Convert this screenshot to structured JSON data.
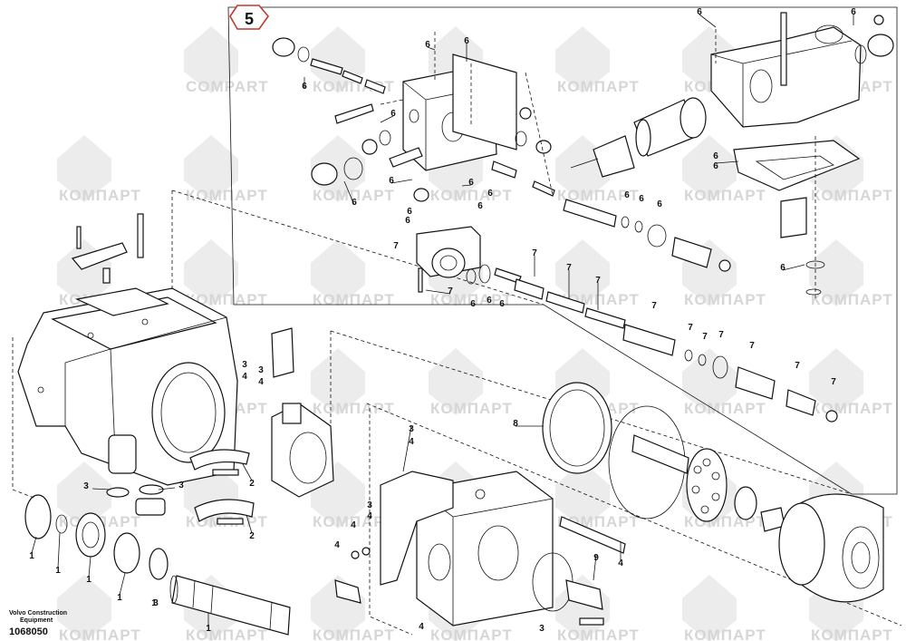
{
  "watermark": "КОМПАРТ",
  "watermark_latin": "COMPART",
  "section_badge": "5",
  "footer": {
    "brand_line1": "Volvo Construction",
    "brand_line2": "Equipment",
    "image_number": "1068050"
  },
  "callouts_top": [
    "6",
    "6",
    "6",
    "6",
    "6",
    "6",
    "6",
    "6",
    "6",
    "6",
    "6",
    "6",
    "6",
    "6",
    "6",
    "6",
    "6",
    "6",
    "6",
    "6",
    "6",
    "6",
    "7",
    "7",
    "7",
    "7",
    "7",
    "7",
    "7",
    "7",
    "7",
    "7",
    "7",
    "7"
  ],
  "callouts_bottom": [
    "1",
    "1",
    "1",
    "1",
    "1",
    "1",
    "2",
    "2",
    "3",
    "3",
    "3",
    "3",
    "3",
    "3",
    "3",
    "3",
    "4",
    "4",
    "4",
    "4",
    "4",
    "4",
    "4",
    "4",
    "8",
    "9"
  ],
  "colors": {
    "line": "#111111",
    "watermark": "#d6d6d6",
    "badge_border": "#c0392b",
    "background": "#ffffff"
  }
}
